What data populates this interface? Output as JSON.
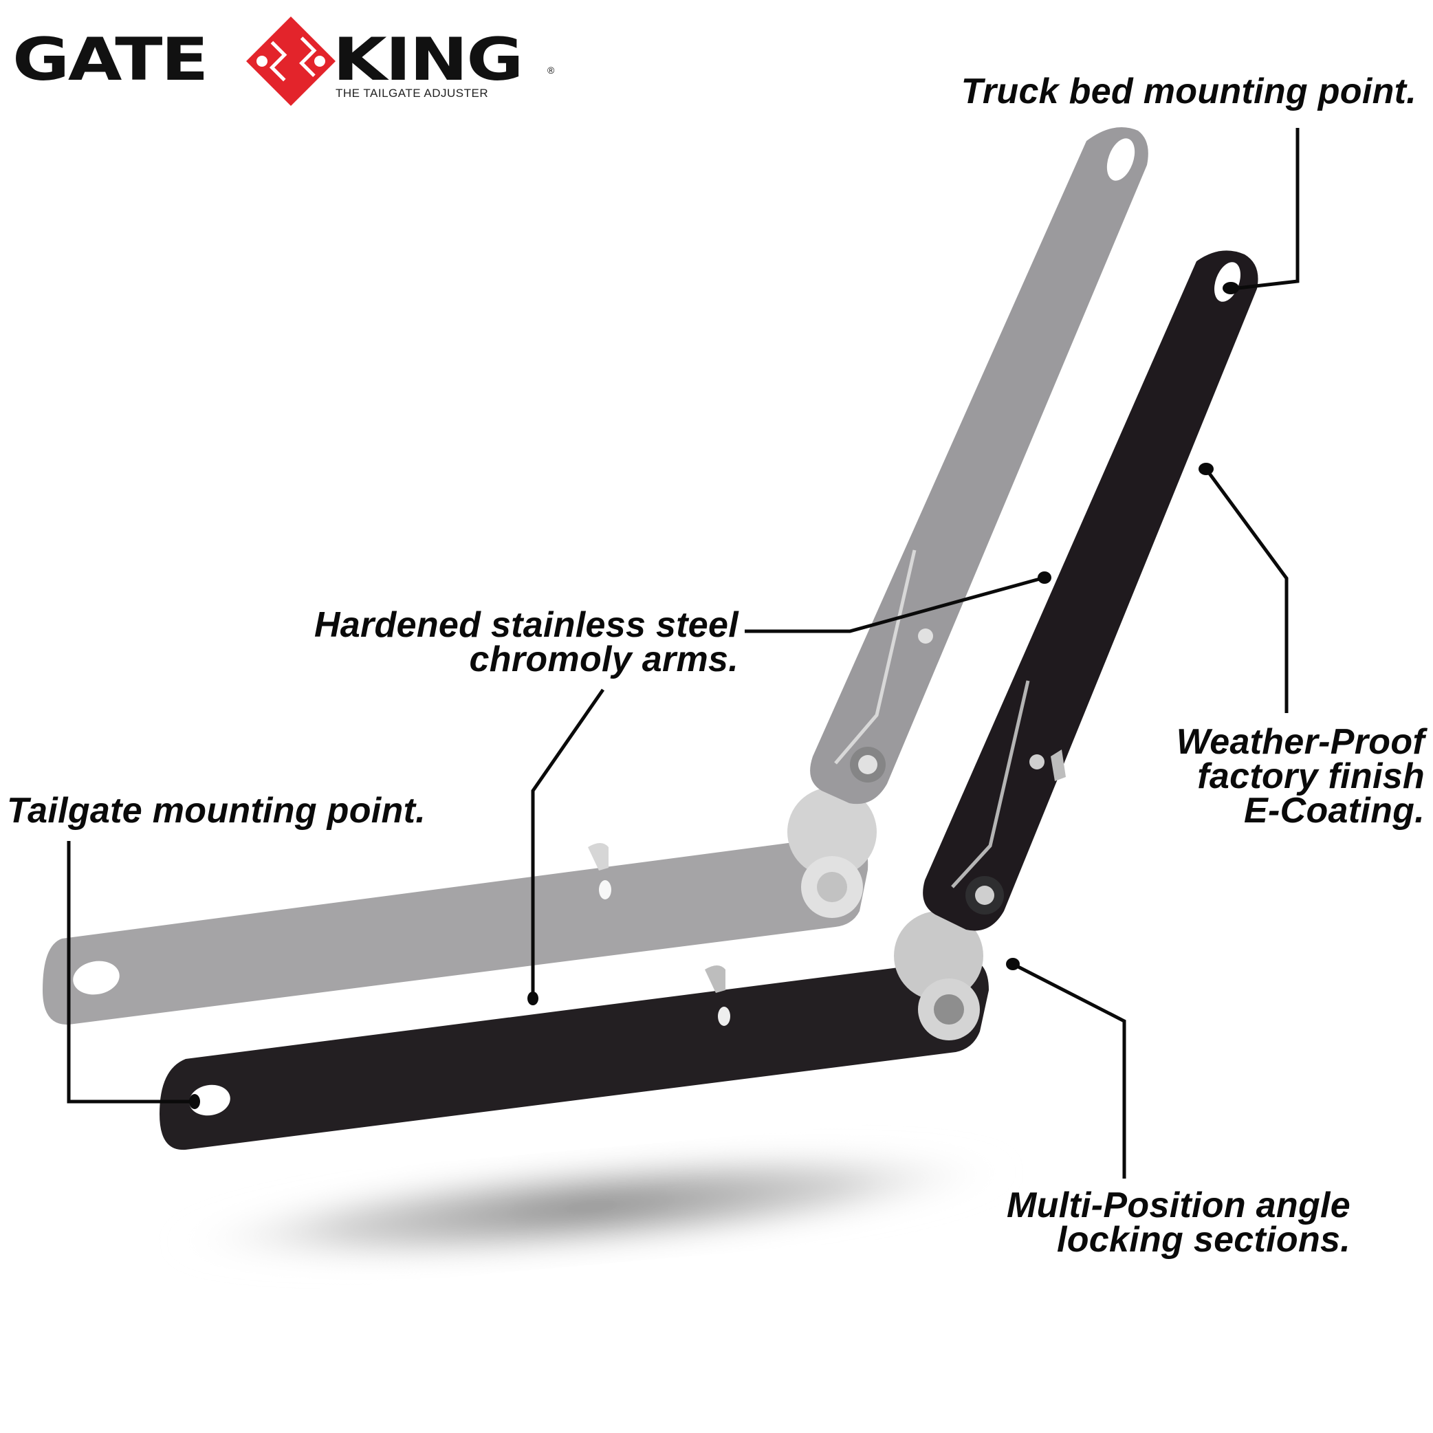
{
  "logo": {
    "word_left": "GATE",
    "word_right": "KING",
    "registered_mark": "®",
    "tagline": "THE TAILGATE ADJUSTER",
    "brand_red": "#e3242b",
    "brand_black": "#111111"
  },
  "callouts": {
    "truck_bed": {
      "line1": "Truck bed mounting point."
    },
    "hardened": {
      "line1": "Hardened stainless steel",
      "line2": "chromoly arms."
    },
    "tailgate": {
      "line1": "Tailgate mounting point."
    },
    "weather": {
      "line1": "Weather-Proof",
      "line2": "factory finish",
      "line3": "E-Coating."
    },
    "multi": {
      "line1": "Multi-Position angle",
      "line2": "locking sections."
    }
  },
  "product": {
    "arm_dark_color": "#231f22",
    "arm_ghost_color": "#8a898c",
    "hinge_disc_color": "#c9c9c9"
  }
}
